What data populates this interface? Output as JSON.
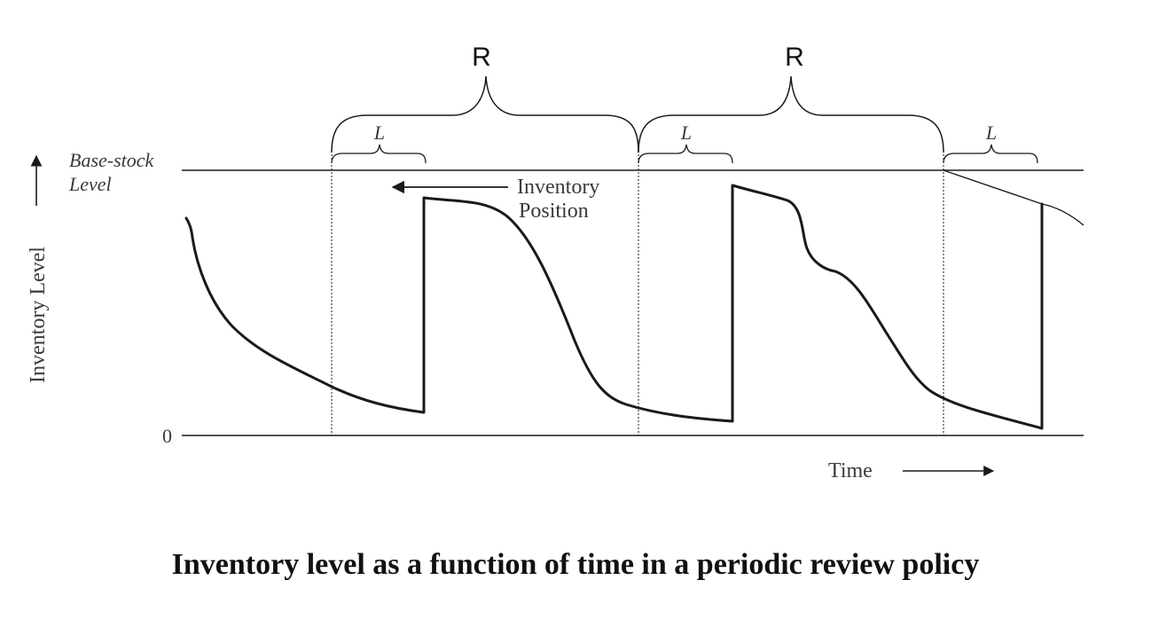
{
  "labels": {
    "review_period": "R",
    "lead_time": "L",
    "base_stock": "Base-stock",
    "base_stock_2": "Level",
    "inventory_position": "Inventory",
    "inventory_position_2": "Position",
    "y_axis": "Inventory Level",
    "zero": "0",
    "x_axis": "Time"
  },
  "caption": "Inventory level as a function of time in a periodic review policy",
  "colors": {
    "line": "#1a1a1a",
    "text": "#3a3a3a",
    "caption": "#111111"
  }
}
